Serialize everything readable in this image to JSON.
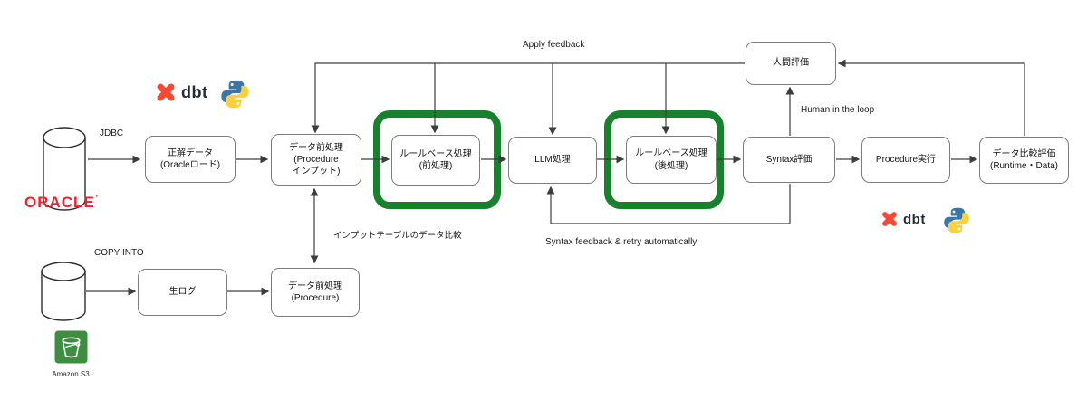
{
  "diagram": {
    "apply_feedback_label": "Apply feedback",
    "human_in_the_loop_label": "Human in the loop",
    "syntax_retry_label": "Syntax feedback & retry automatically",
    "input_table_compare_label": "インプットテーブルのデータ比較",
    "jdbc_label": "JDBC",
    "copy_into_label": "COPY INTO"
  },
  "nodes": [
    {
      "id": "correct-data",
      "label": "正解データ\n(Oracleロード)",
      "highlighted": false
    },
    {
      "id": "preprocess-input",
      "label": "データ前処理\n(Procedure\nインプット)",
      "highlighted": false
    },
    {
      "id": "rule-based-pre",
      "label": "ルールベース処理\n(前処理)",
      "highlighted": true
    },
    {
      "id": "llm",
      "label": "LLM処理",
      "highlighted": false
    },
    {
      "id": "rule-based-post",
      "label": "ルールベース処理\n(後処理)",
      "highlighted": true
    },
    {
      "id": "syntax-eval",
      "label": "Syntax評価",
      "highlighted": false
    },
    {
      "id": "procedure-exec",
      "label": "Procedure実行",
      "highlighted": false
    },
    {
      "id": "data-compare-eval",
      "label": "データ比較評価\n(Runtime・Data)",
      "highlighted": false
    },
    {
      "id": "human-eval",
      "label": "人間評価",
      "highlighted": false
    },
    {
      "id": "raw-log",
      "label": "生ログ",
      "highlighted": false
    },
    {
      "id": "preprocess-procedure",
      "label": "データ前処理\n(Procedure)",
      "highlighted": false
    }
  ],
  "logos": {
    "oracle": "ORACLE",
    "oracle_mark": "'",
    "dbt": "dbt",
    "amazon_s3": "Amazon S3"
  },
  "colors": {
    "highlight_green": "#17812d",
    "oracle_red": "#e8232d",
    "dbt_orange": "#ff4633",
    "python_blue": "#3a76a8",
    "python_yellow": "#ffd03e",
    "s3_green": "#3e8e41",
    "connector_gray": "#3d3d3d"
  }
}
